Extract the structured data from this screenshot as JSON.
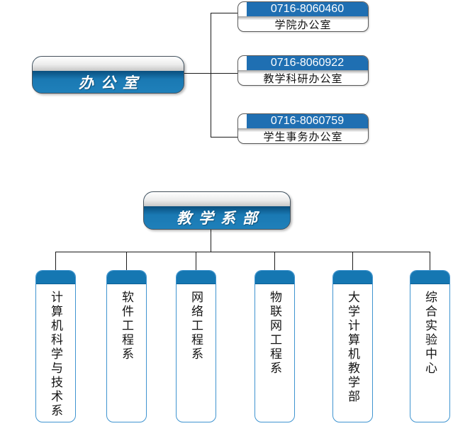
{
  "diagram": {
    "title": "department-organization-chart",
    "office_group": {
      "parent_label": "办公室",
      "children": [
        {
          "phone": "0716-8060460",
          "label": "学院办公室"
        },
        {
          "phone": "0716-8060922",
          "label": "教学科研办公室"
        },
        {
          "phone": "0716-8060759",
          "label": "学生事务办公室"
        }
      ]
    },
    "teaching_group": {
      "parent_label": "教学系部",
      "children": [
        {
          "label": "计算机科学与技术系"
        },
        {
          "label": "软件工程系"
        },
        {
          "label": "网络工程系"
        },
        {
          "label": "物联网工程系"
        },
        {
          "label": "大学计算机教学部"
        },
        {
          "label": "综合实验中心"
        }
      ]
    },
    "colors": {
      "primary_blue": "#1a79b3",
      "header_blue": "#1f6fb2",
      "dark_blue_edge": "#0a4f7d",
      "light_blue_border": "#3f94d0",
      "line_color": "#1a1a1a"
    }
  }
}
